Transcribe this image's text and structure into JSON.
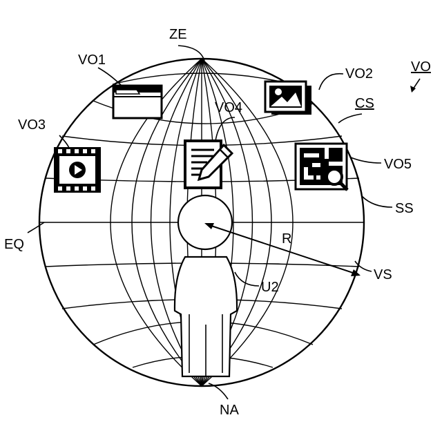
{
  "labels": {
    "ze": "ZE",
    "vo1": "VO1",
    "vo2": "VO2",
    "vo": "VO",
    "cs": "CS",
    "vo3": "VO3",
    "vo4": "VO4",
    "vo5": "VO5",
    "ss": "SS",
    "eq": "EQ",
    "r": "R",
    "vs": "VS",
    "u2": "U2",
    "na": "NA"
  },
  "virtual_objects": [
    {
      "ref": "VO1",
      "icon": "folder-icon"
    },
    {
      "ref": "VO2",
      "icon": "image-gallery-icon"
    },
    {
      "ref": "VO3",
      "icon": "video-player-icon"
    },
    {
      "ref": "VO4",
      "icon": "document-edit-icon"
    },
    {
      "ref": "VO5",
      "icon": "map-search-icon"
    }
  ]
}
